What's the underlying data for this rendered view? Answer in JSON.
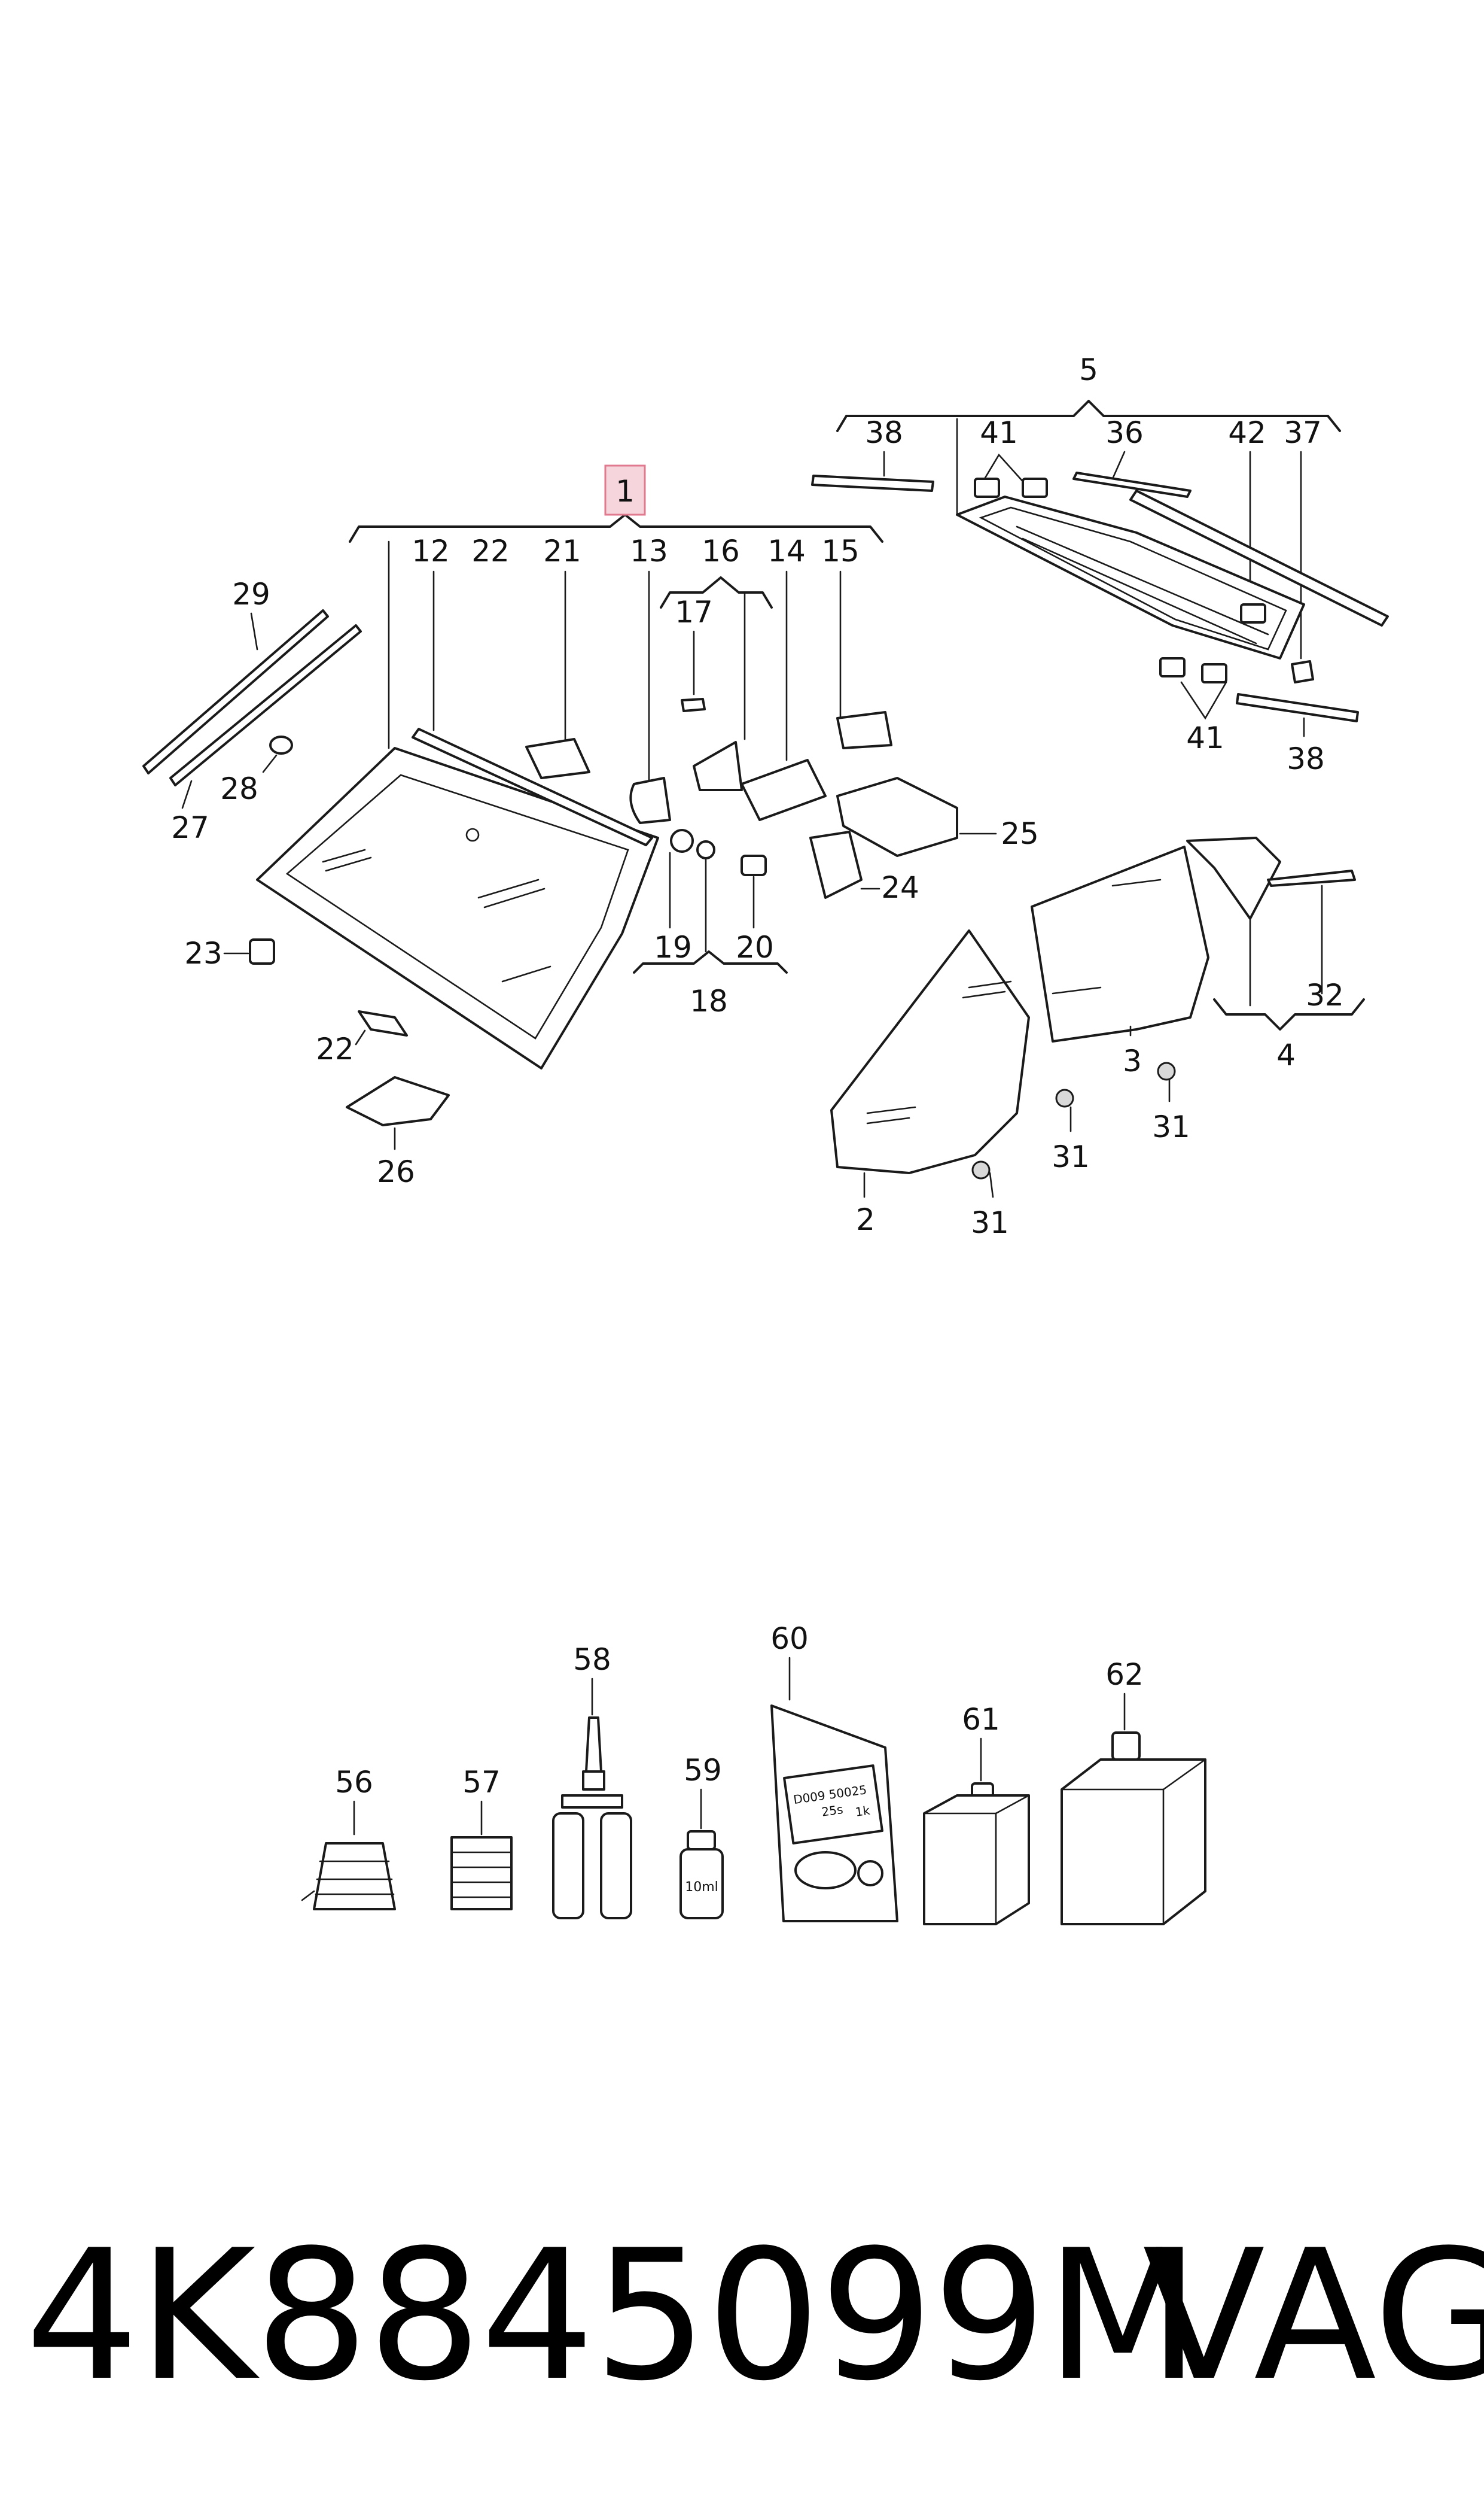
{
  "callouts": {
    "c1": "1",
    "c2": "2",
    "c3": "3",
    "c4": "4",
    "c5": "5",
    "c12": "12",
    "c13": "13",
    "c14": "14",
    "c15": "15",
    "c16": "16",
    "c17": "17",
    "c18": "18",
    "c19": "19",
    "c20": "20",
    "c21": "21",
    "c22a": "22",
    "c22b": "22",
    "c23": "23",
    "c24": "24",
    "c25": "25",
    "c26": "26",
    "c27": "27",
    "c28": "28",
    "c29": "29",
    "c31a": "31",
    "c31b": "31",
    "c31c": "31",
    "c32": "32",
    "c36": "36",
    "c37": "37",
    "c38a": "38",
    "c38b": "38",
    "c41a": "41",
    "c41b": "41",
    "c42": "42",
    "c56": "56",
    "c57": "57",
    "c58": "58",
    "c59": "59",
    "c60": "60",
    "c61": "61",
    "c62": "62"
  },
  "labels": {
    "bottle_59": "10ml",
    "pack_60_line1": "D009 50025",
    "pack_60_line2": "25s",
    "pack_60_line3": "1k"
  },
  "highlight": {
    "callout": "1",
    "color": "#e07a8f"
  },
  "footer": {
    "part_number": "4K8845099M",
    "brand": "VAG"
  }
}
